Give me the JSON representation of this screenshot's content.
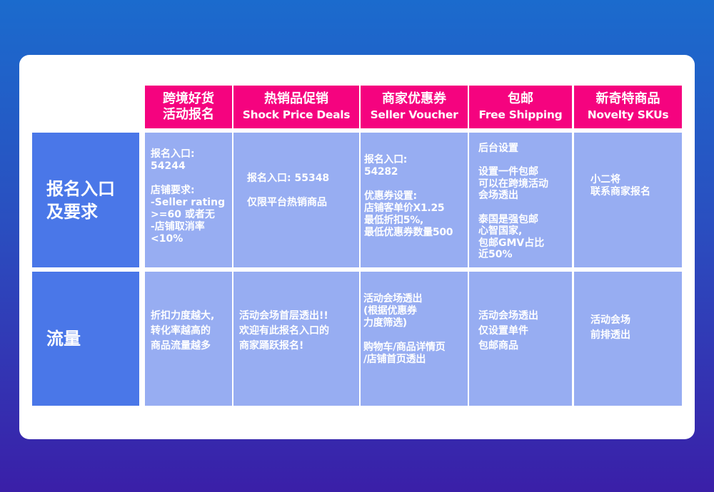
{
  "colors": {
    "header_bg": "#f5037f",
    "row_label_bg": "#4a77e8",
    "cell_bg": "#97adf2",
    "card_bg": "#ffffff",
    "page_bg_top": "#1b6bcd",
    "page_bg_bottom": "#3a1fa8"
  },
  "columns": [
    {
      "zh": "跨境好货",
      "en": "活动报名"
    },
    {
      "zh": "热销品促销",
      "en": "Shock Price Deals"
    },
    {
      "zh": "商家优惠券",
      "en": "Seller Voucher"
    },
    {
      "zh": "包邮",
      "en": "Free Shipping"
    },
    {
      "zh": "新奇特商品",
      "en": "Novelty SKUs"
    }
  ],
  "rows": [
    {
      "label": "报名入口\n及要求",
      "cells": [
        "报名入口:\n54244\n\n店铺要求:\n-Seller rating\n>=60 或者无\n-店铺取消率\n<10%",
        "报名入口: 55348\n\n仅限平台热销商品",
        "报名入口:\n54282\n\n优惠券设置:\n店铺客单价X1.25\n最低折扣5%,\n最低优惠券数量500",
        "后台设置\n\n设置一件包邮\n可以在跨境活动\n会场透出\n\n泰国是强包邮\n心智国家,\n包邮GMV占比\n近50%",
        "小二将\n联系商家报名"
      ]
    },
    {
      "label": "流量",
      "cells": [
        "折扣力度越大,\n转化率越高的\n商品流量越多",
        "活动会场首层透出!!\n欢迎有此报名入口的\n商家踊跃报名!",
        "活动会场透出\n(根据优惠券\n力度筛选)\n\n购物车/商品详情页\n/店铺首页透出",
        "活动会场透出\n仅设置单件\n包邮商品",
        "活动会场\n前排透出"
      ]
    }
  ]
}
